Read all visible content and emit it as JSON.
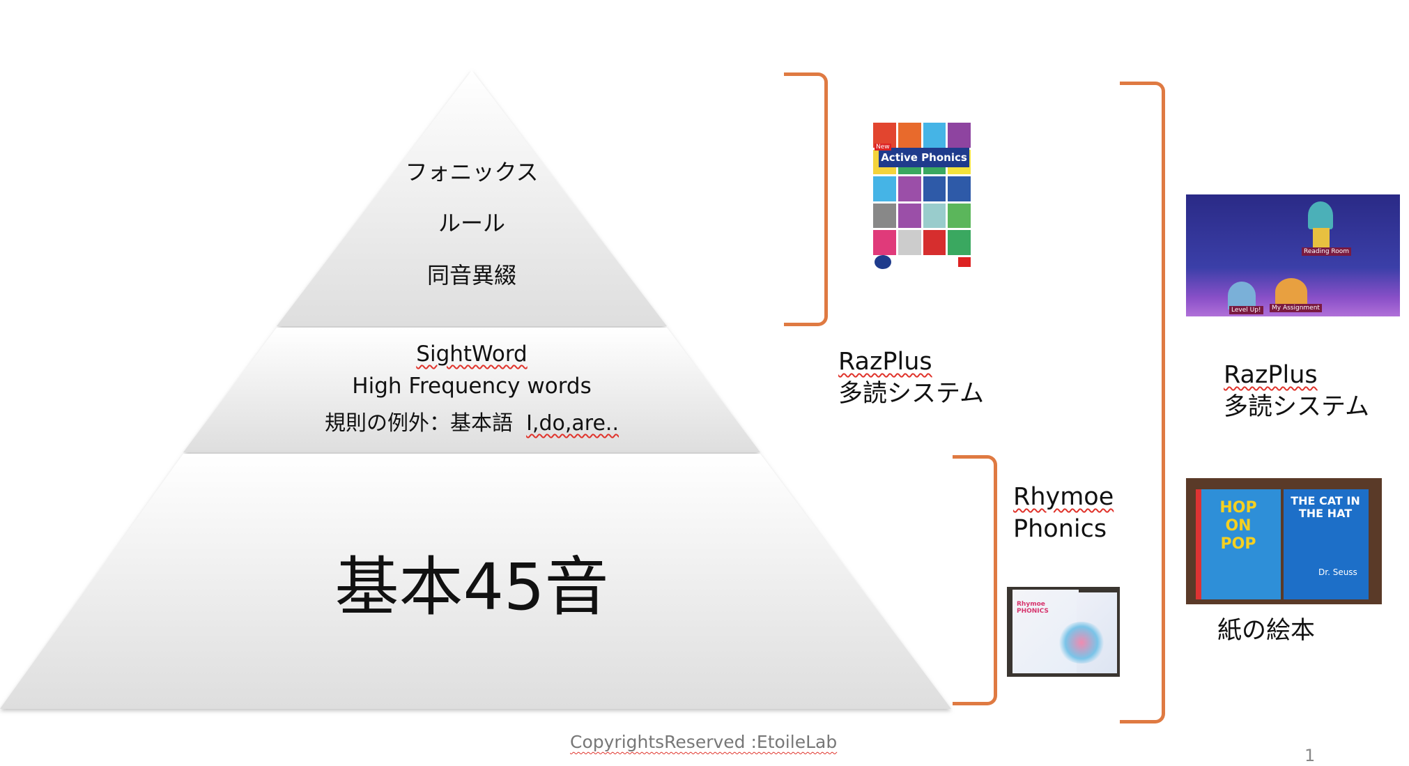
{
  "pyramid": {
    "top": [
      "フォニックス",
      "ルール",
      "同音異綴"
    ],
    "middle": {
      "line1": "SightWord",
      "line2": "High Frequency words",
      "line3_prefix": "規則の例外：基本語",
      "line3_words": "I,do,are.."
    },
    "bottom": "基本45音"
  },
  "column1": {
    "book_title": "Active Phonics",
    "book_badge": "New",
    "razplus_title": "RazPlus",
    "razplus_sub": "多読システム",
    "rhymoe_line1": "Rhymoe",
    "rhymoe_line2": "Phonics",
    "rhymoe_book": "Rhymoe PHONICS"
  },
  "column2": {
    "raz_image_labels": [
      "Reading Room",
      "Level Up!",
      "My Assignment"
    ],
    "razplus_title": "RazPlus",
    "razplus_sub": "多読システム",
    "seuss_books": [
      "HOP ON POP",
      "THE CAT IN THE HAT"
    ],
    "seuss_author": "Dr. Seuss",
    "picture_book_label": "紙の絵本"
  },
  "footer": {
    "copyright": "CopyrightsReserved :EtoileLab",
    "page_number": "1"
  },
  "colors": {
    "bracket": "#df7a42",
    "squiggle": "#e0332b"
  }
}
